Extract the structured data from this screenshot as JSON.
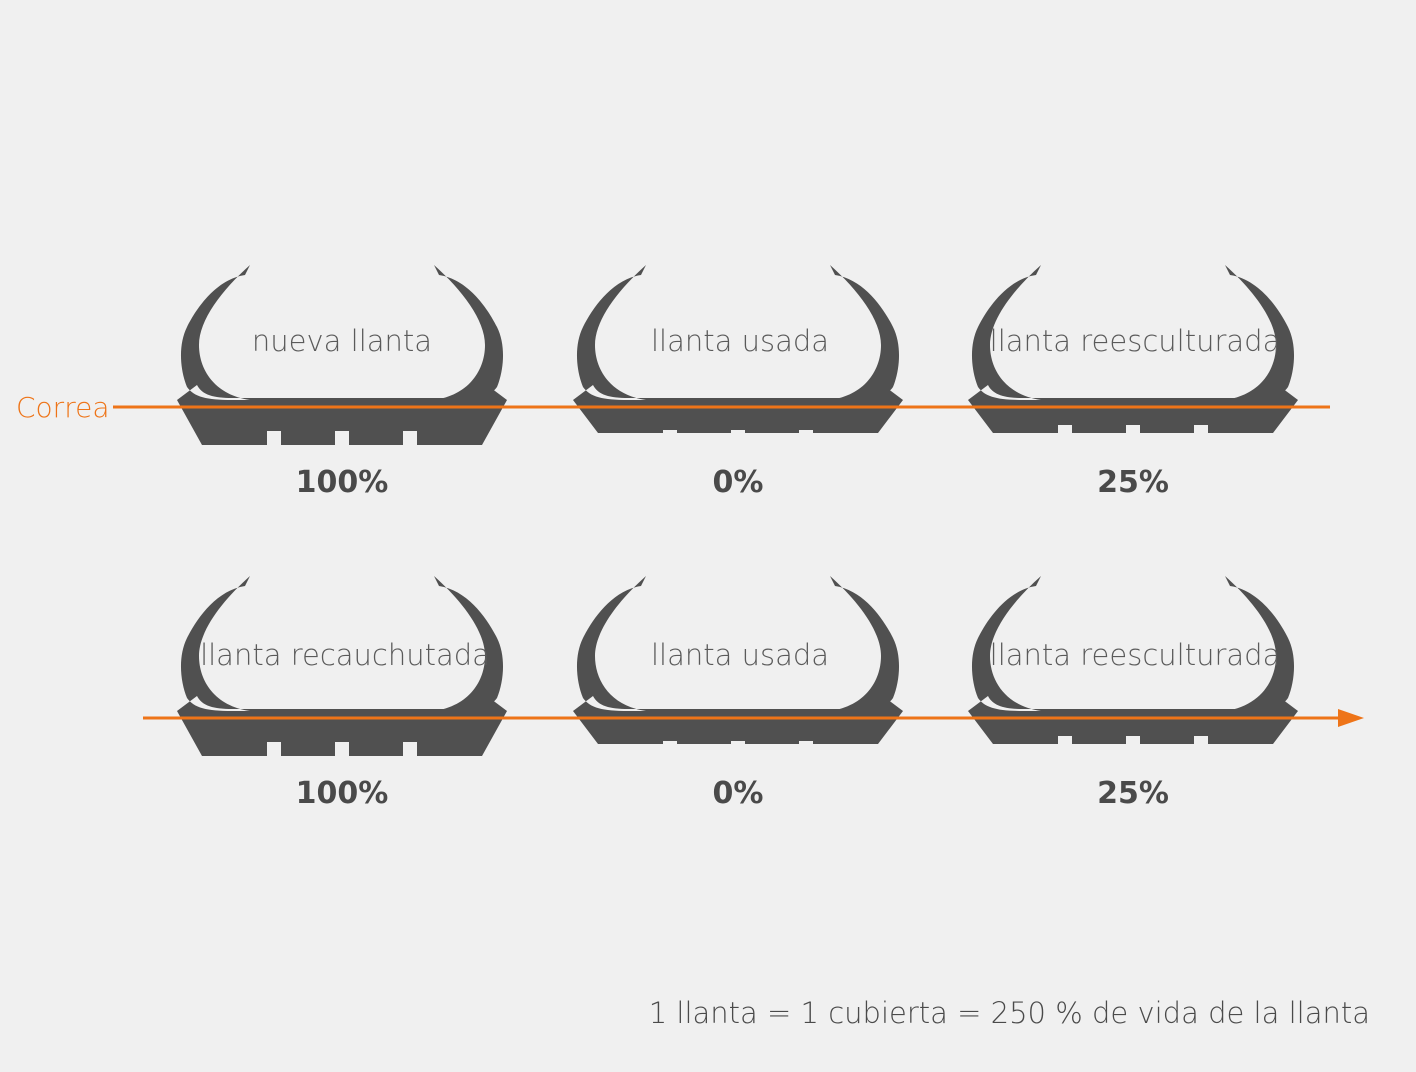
{
  "colors": {
    "background": "#f0f0f0",
    "tire": "#505050",
    "belt": "#ee7418",
    "text": "#555555"
  },
  "belt_label": "Correa",
  "rows": [
    {
      "tires": [
        {
          "label": "nueva llanta",
          "percent": "100%",
          "tread": "new"
        },
        {
          "label": "llanta usada",
          "percent": "0%",
          "tread": "worn"
        },
        {
          "label": "llanta reesculturada",
          "percent": "25%",
          "tread": "regrooved"
        }
      ],
      "belt_arrow": false
    },
    {
      "tires": [
        {
          "label": "llanta recauchutada",
          "percent": "100%",
          "tread": "new"
        },
        {
          "label": "llanta usada",
          "percent": "0%",
          "tread": "worn"
        },
        {
          "label": "llanta reesculturada",
          "percent": "25%",
          "tread": "regrooved"
        }
      ],
      "belt_arrow": true
    }
  ],
  "footer": "1 llanta = 1 cubierta = 250 % de vida de la llanta"
}
